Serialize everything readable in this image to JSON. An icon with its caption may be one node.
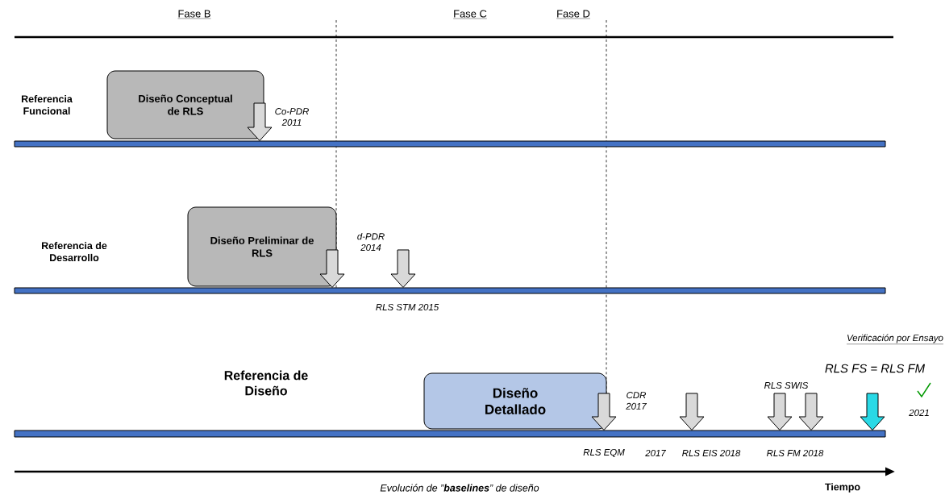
{
  "diagram": {
    "nodes": [
      {
        "text": [
          "Diseño Conceptual de RLS"
        ]
      },
      {
        "text": [],
        "shape": "bar"
      },
      {
        "text": [
          "Diseño Preliminar de RLS"
        ]
      },
      {
        "text": [],
        "shape": "bar"
      },
      {
        "text": [
          "Diseño Detallado"
        ]
      },
      {
        "text": [],
        "shape": "bar"
      }
    ],
    "edges": [
      {
        "from": null,
        "to": 1,
        "arrow": "to"
      },
      {
        "from": null,
        "to": 3,
        "arrow": "to"
      },
      {
        "from": null,
        "to": 3,
        "arrow": "to"
      },
      {
        "from": null,
        "to": 5,
        "arrow": "to"
      },
      {
        "from": null,
        "to": 5,
        "arrow": "to"
      },
      {
        "from": null,
        "to": 5,
        "arrow": "to"
      },
      {
        "from": null,
        "to": 5,
        "arrow": "to"
      },
      {
        "from": null,
        "to": 5,
        "arrow": "to",
        "color": "#29d9e6"
      }
    ],
    "labels": [
      "Fase B",
      "Fase C",
      "Fase D",
      "Referencia Funcional",
      "Co-PDR 2011",
      "Referencia de Desarrollo",
      "d-PDR 2014",
      "RLS STM 2015",
      "Verificación por Ensayo",
      "RLS FS = RLS FM",
      "Referencia de Diseño",
      "RLS SWIS",
      "CDR 2017",
      "2021",
      "RLS EQM",
      "2017",
      "RLS EIS 2018",
      "RLS FM 2018",
      "Evolución de ”**baselines**” de diseño",
      "Tiempo"
    ]
  }
}
